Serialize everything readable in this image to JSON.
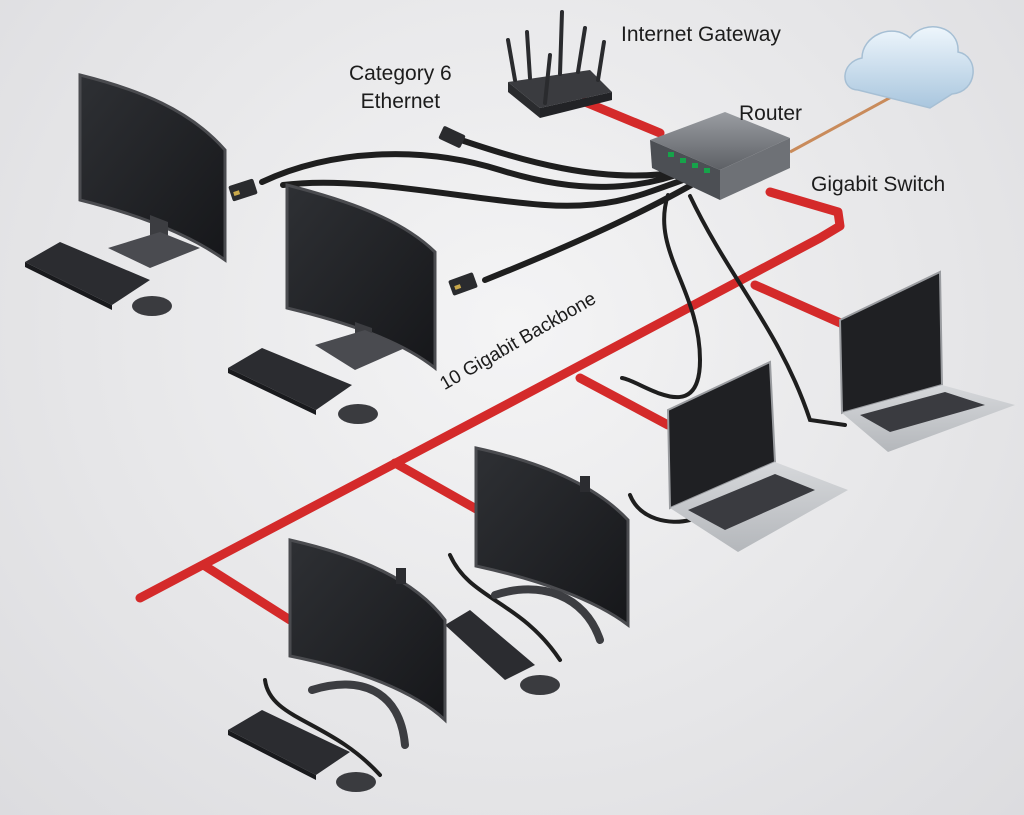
{
  "labels": {
    "internet_gateway": "Internet Gateway",
    "router": "Router",
    "gigabit_switch": "Gigabit Switch",
    "category6_line1": "Category 6",
    "category6_line2": "Ethernet",
    "backbone": "10 Gigabit Backbone"
  },
  "colors": {
    "backbone_cable": "#d42a2a",
    "ethernet_cable": "#1e1e1e",
    "device_body": "#2c2d30",
    "laptop_body": "#c9cbcf",
    "cloud": "#cfe3f3"
  },
  "icons": [
    "router-icon",
    "cloud-icon",
    "switch-icon",
    "rj45-plug-icon",
    "monitor-icon",
    "keyboard-icon",
    "mouse-icon",
    "laptop-icon"
  ]
}
